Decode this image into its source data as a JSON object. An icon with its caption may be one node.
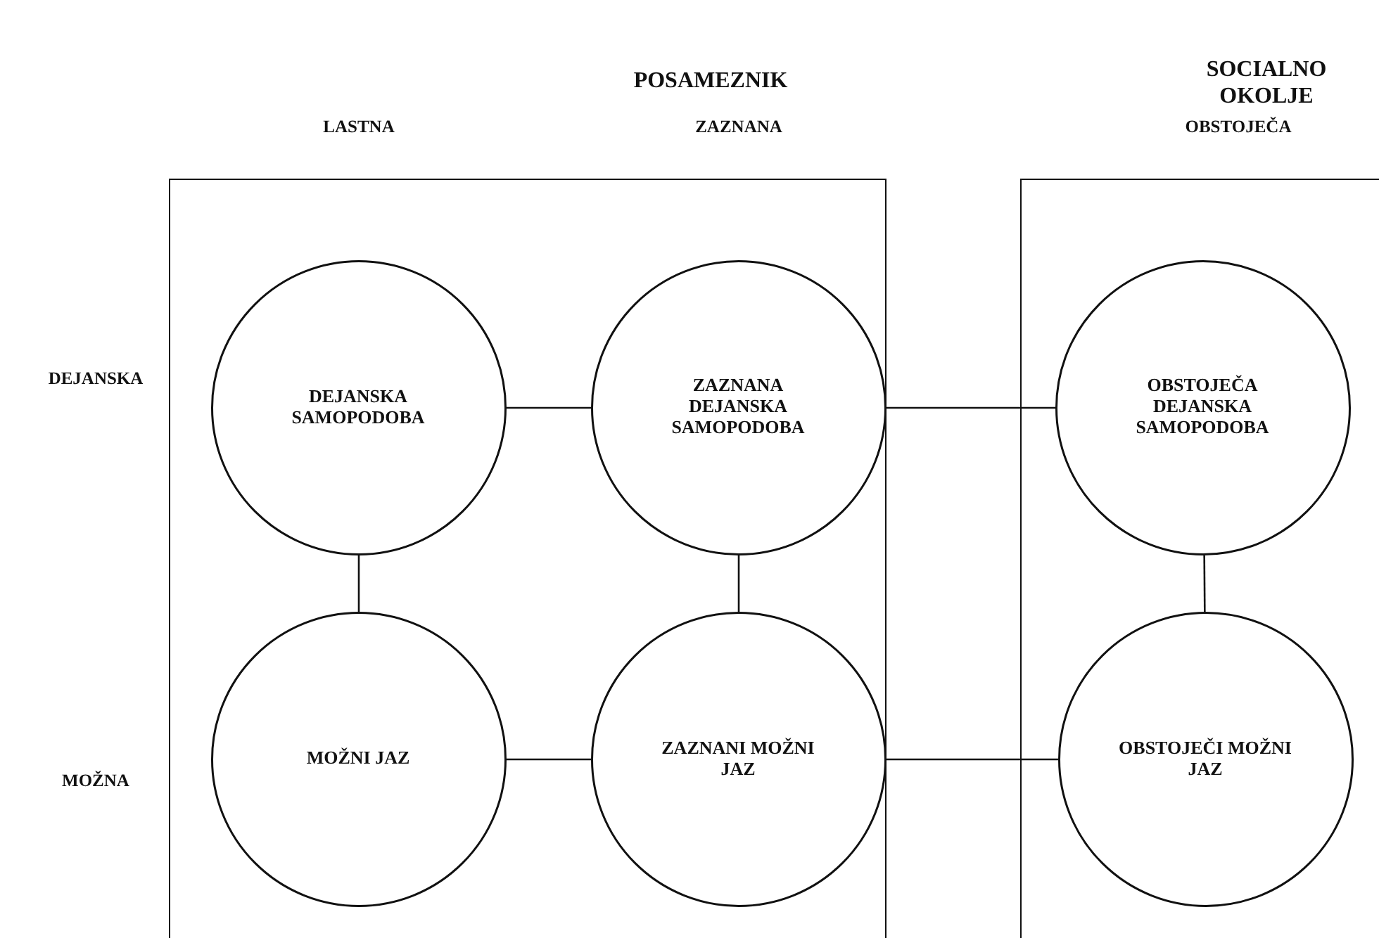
{
  "diagram": {
    "nodes": [
      {
        "text": [],
        "shape": "box"
      },
      {
        "text": [],
        "shape": "box"
      },
      {
        "text": [
          "DEJANSKA SAMOPODOBA"
        ],
        "in": 0
      },
      {
        "text": [
          "ZAZNANA DEJANSKA SAMOPODOBA"
        ],
        "in": 0
      },
      {
        "text": [
          "OBSTOJEČA DEJANSKA SAMOPODOBA"
        ],
        "in": 1
      },
      {
        "text": [
          "MOŽNI JAZ"
        ],
        "in": 0
      },
      {
        "text": [
          "ZAZNANI MOŽNI JAZ"
        ],
        "in": 0
      },
      {
        "text": [
          "OBSTOJEČI MOŽNI JAZ"
        ],
        "in": 1
      }
    ],
    "edges": [
      {
        "from": 2,
        "to": 3,
        "arrow": "none"
      },
      {
        "from": 3,
        "to": 4,
        "arrow": "none"
      },
      {
        "from": 2,
        "to": 5,
        "arrow": "none"
      },
      {
        "from": 3,
        "to": 6,
        "arrow": "none"
      },
      {
        "from": 4,
        "to": 7,
        "arrow": "none"
      },
      {
        "from": 5,
        "to": 6,
        "arrow": "none"
      },
      {
        "from": 6,
        "to": 7,
        "arrow": "none"
      }
    ],
    "labels": [
      "POSAMEZNIK",
      "SOCIALNO OKOLJE",
      "LASTNA",
      "ZAZNANA",
      "OBSTOJEČA",
      "DEJANSKA",
      "MOŽNA"
    ]
  }
}
